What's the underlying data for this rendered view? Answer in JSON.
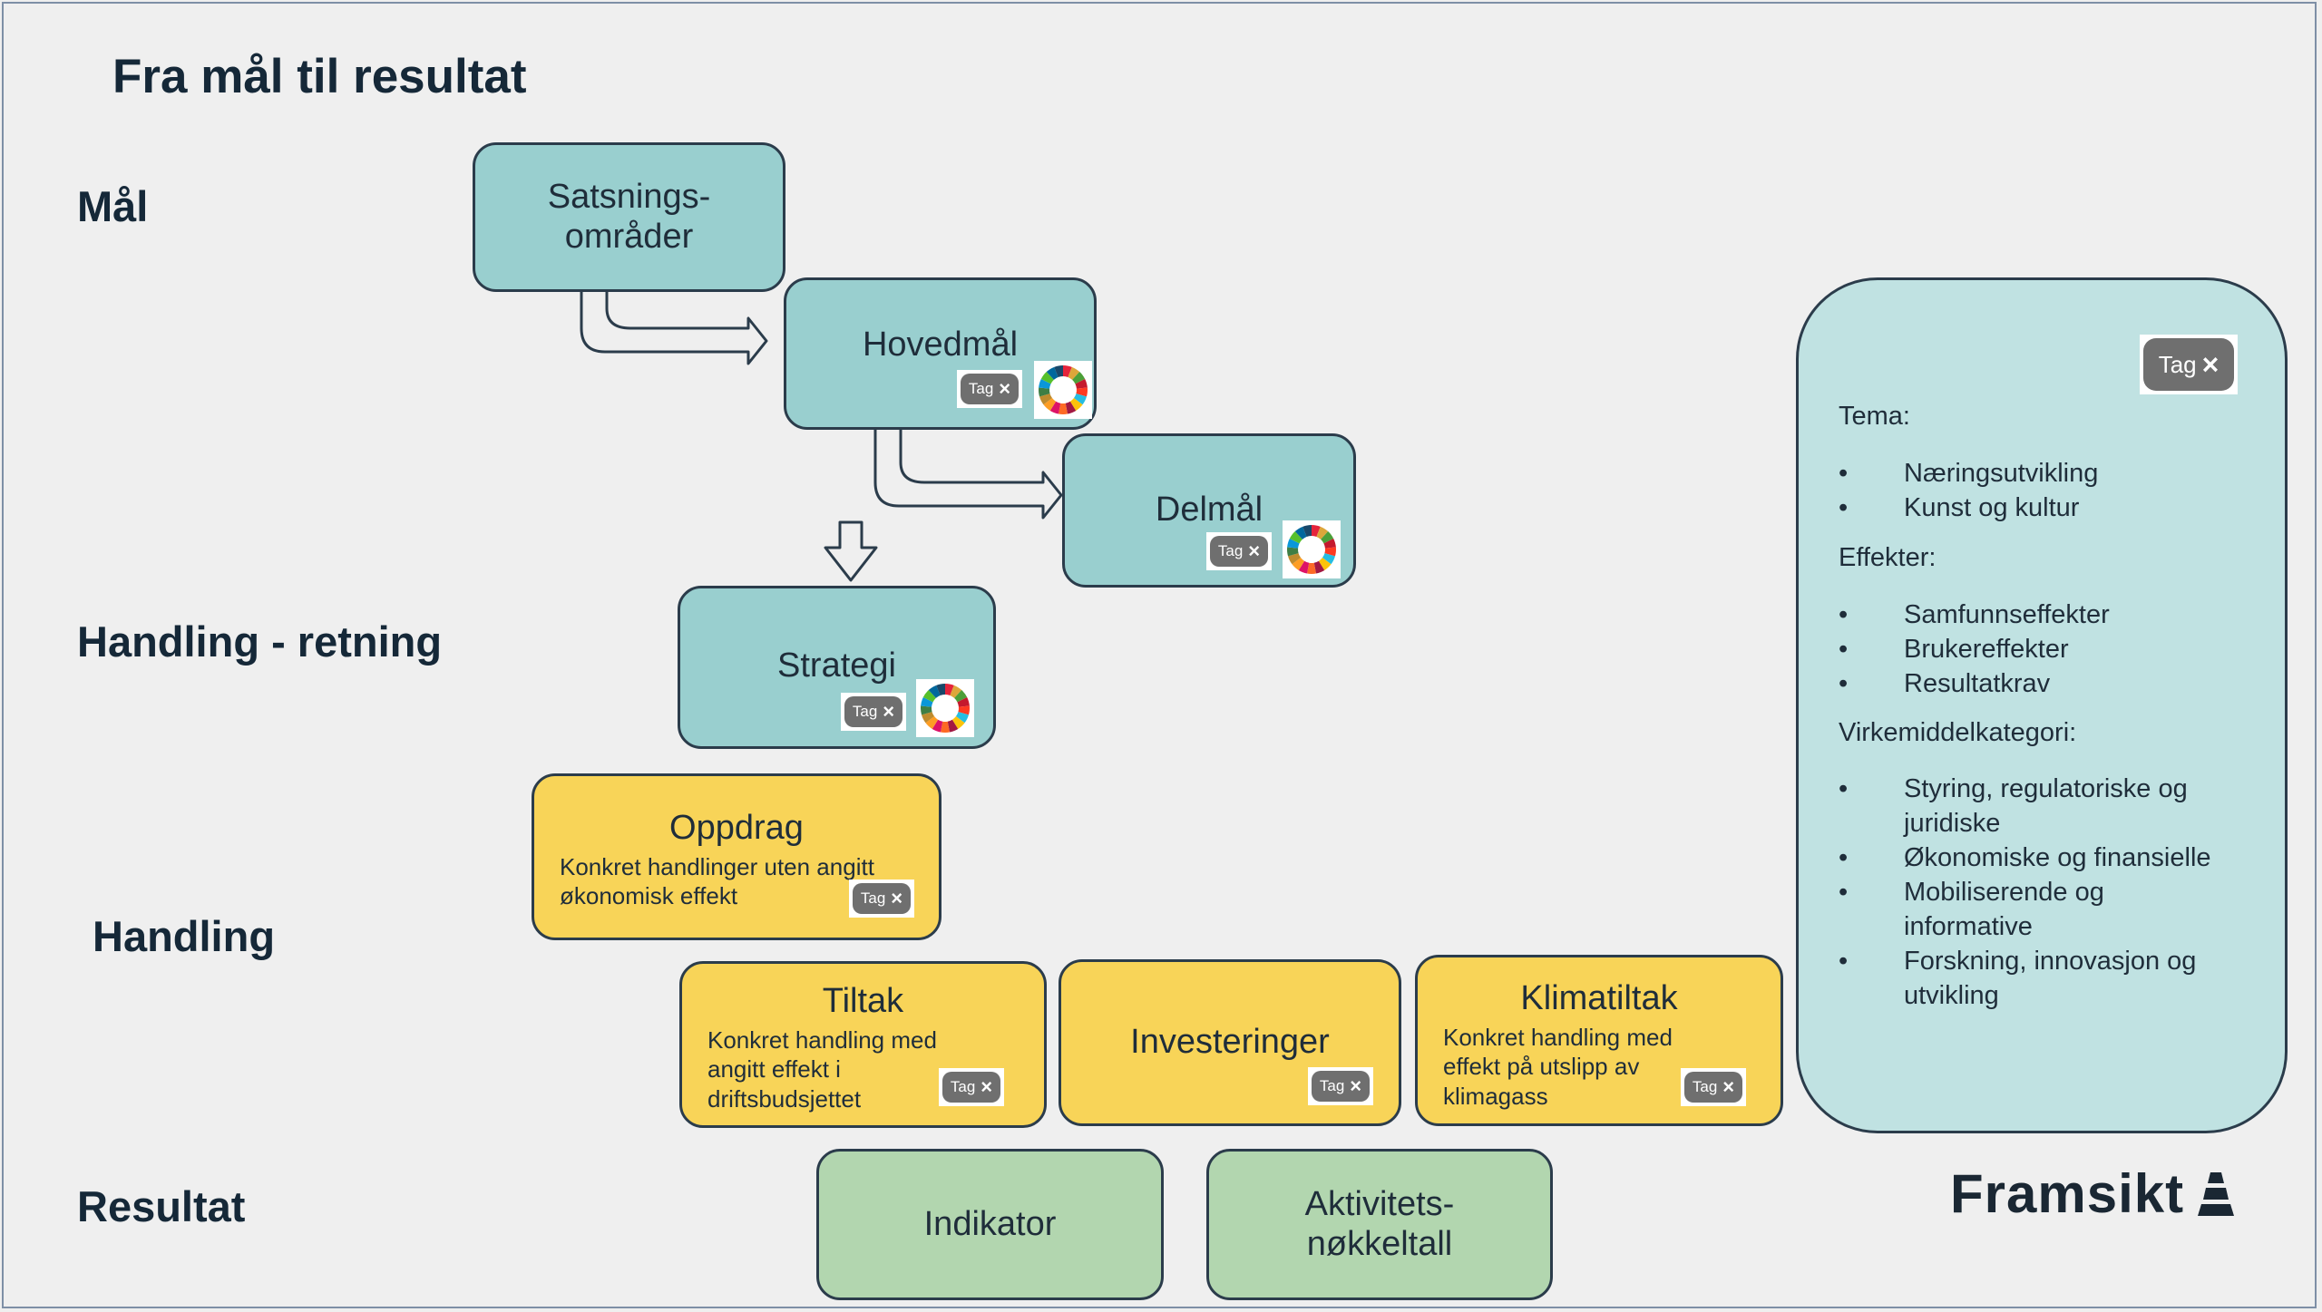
{
  "title": "Fra mål til resultat",
  "row_labels": {
    "maal": "Mål",
    "handling_retning": "Handling - retning",
    "handling": "Handling",
    "resultat": "Resultat"
  },
  "boxes": {
    "satsningsomrader": {
      "title": "Satsnings-\nområder"
    },
    "hovedmal": {
      "title": "Hovedmål"
    },
    "delmal": {
      "title": "Delmål"
    },
    "strategi": {
      "title": "Strategi"
    },
    "oppdrag": {
      "title": "Oppdrag",
      "desc": "Konkret handlinger uten angitt\nøkonomisk effekt"
    },
    "tiltak": {
      "title": "Tiltak",
      "desc": "Konkret handling med\nangitt effekt i\ndriftsbudsjettet"
    },
    "investeringer": {
      "title": "Investeringer"
    },
    "klimatiltak": {
      "title": "Klimatiltak",
      "desc": "Konkret handling med\neffekt på utslipp av\nklimagass"
    },
    "indikator": {
      "title": "Indikator"
    },
    "aktivitetsnokkeltall": {
      "title": "Aktivitets-\nnøkkeltall"
    }
  },
  "tag_label": "Tag",
  "panel": {
    "tema_heading": "Tema:",
    "tema_items": [
      "Næringsutvikling",
      "Kunst og kultur"
    ],
    "effekter_heading": "Effekter:",
    "effekter_items": [
      "Samfunnseffekter",
      "Brukereffekter",
      "Resultatkrav"
    ],
    "virkemiddel_heading": "Virkemiddelkategori:",
    "virkemiddel_items": [
      "Styring, regulatoriske og juridiske",
      "Økonomiske og finansielle",
      "Mobiliserende og informative",
      "Forskning, innovasjon og utvikling"
    ]
  },
  "logo": {
    "text": "Framsikt"
  },
  "colors": {
    "teal": "#99cfcf",
    "yellow": "#f8d458",
    "green": "#b2d6af",
    "panel": "#c0e2e2",
    "border": "#2b3c4b",
    "tag": "#6f6f6f"
  }
}
